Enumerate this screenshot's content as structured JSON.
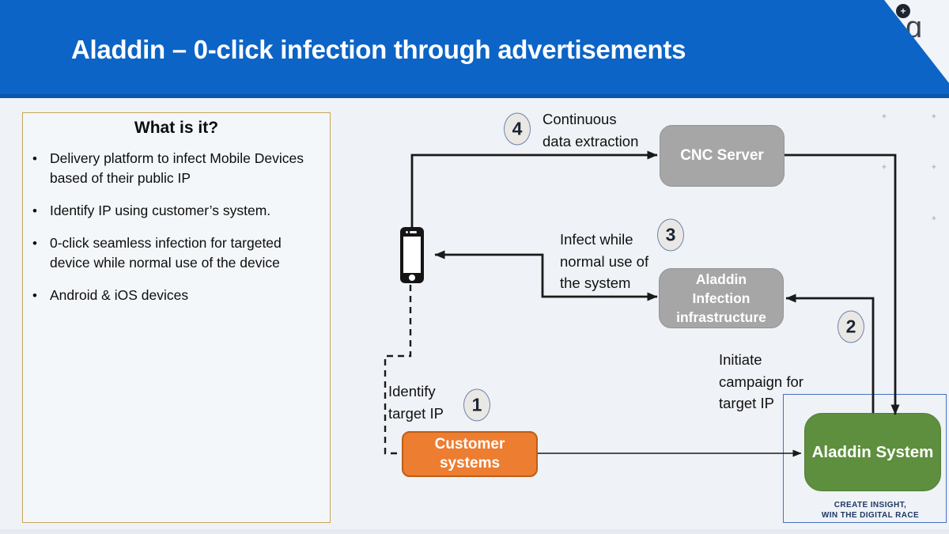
{
  "slide": {
    "title": "Aladdin – 0-click infection through advertisements"
  },
  "corner": {
    "badge_glyph": "+",
    "watermark_glyph": "ɑ"
  },
  "background": {
    "grid_mark": "+"
  },
  "info_box": {
    "heading": "What is it?",
    "bullet_glyph": "•",
    "bullets": [
      "Delivery platform to infect Mobile Devices based of their public IP",
      "Identify IP using customer’s system.",
      "0-click seamless infection for targeted device while normal use of the device",
      "Android & iOS devices"
    ]
  },
  "diagram": {
    "nodes": {
      "cnc": {
        "label": "CNC Server"
      },
      "infra": {
        "lines": [
          "Aladdin",
          "Infection",
          "infrastructure"
        ]
      },
      "customer": {
        "lines": [
          "Customer",
          "systems"
        ]
      },
      "aladdin": {
        "label": "Aladdin System"
      }
    },
    "steps": {
      "s1": {
        "num": "1",
        "lines": [
          "Identify",
          "target IP"
        ]
      },
      "s2": {
        "num": "2",
        "lines": [
          "Initiate",
          "campaign for",
          "target IP"
        ]
      },
      "s3": {
        "num": "3",
        "lines": [
          "Infect while",
          "normal use of",
          "the system"
        ]
      },
      "s4": {
        "num": "4",
        "lines": [
          "Continuous",
          "data extraction"
        ]
      }
    },
    "tagline": {
      "line1": "CREATE INSIGHT,",
      "line2": "WIN THE DIGITAL RACE"
    }
  },
  "colors": {
    "header_blue": "#0c64c6",
    "node_gray": "#a6a6a6",
    "node_orange": "#ed7d31",
    "node_green": "#5e8f3e",
    "panel_border_blue": "#4472c4",
    "info_border_gold": "#c6a65a",
    "connector_black": "#1a1a1a",
    "background_light": "#eff2f6"
  }
}
